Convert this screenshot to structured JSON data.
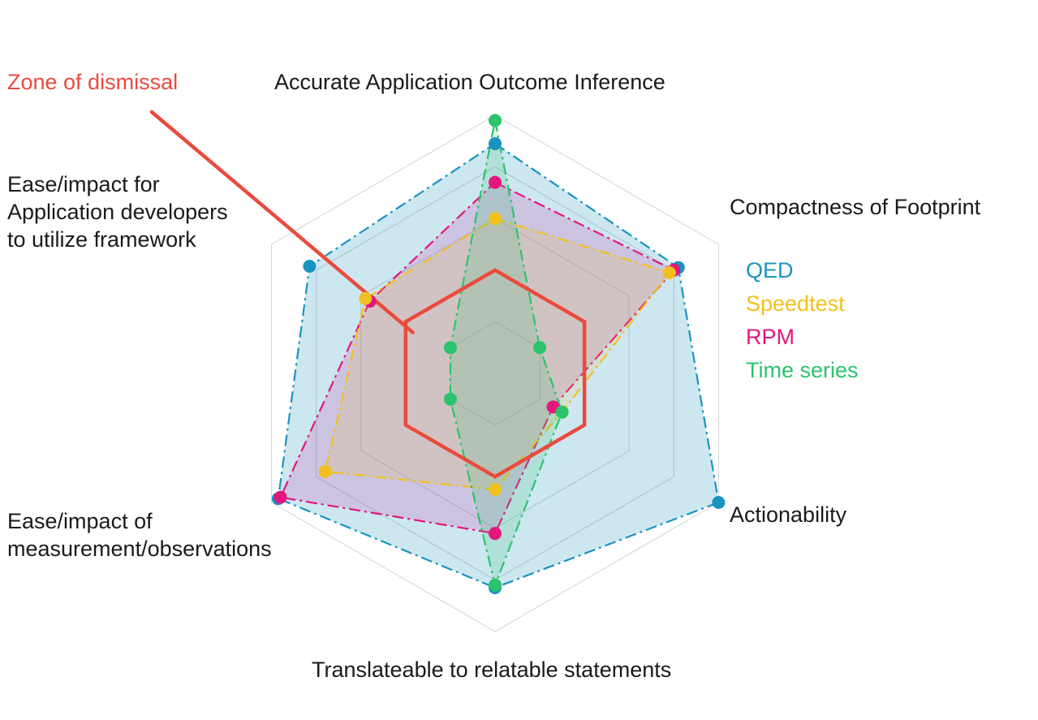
{
  "chart_data": {
    "type": "radar",
    "axes": [
      "Accurate Application Outcome Inference",
      "Compactness of Footprint",
      "Actionability",
      "Translateable to relatable statements",
      "Ease/impact of measurement/observations",
      "Ease/impact for Application developers to utilize framework"
    ],
    "range": [
      0,
      10
    ],
    "grid_levels": 5,
    "grid": true,
    "legend_position": "right",
    "series": [
      {
        "name": "QED",
        "color": "#1a93c1",
        "fill": "rgba(26,147,193,0.22)",
        "values": [
          8.9,
          8.2,
          10.0,
          8.3,
          9.7,
          8.3
        ]
      },
      {
        "name": "Speedtest",
        "color": "#f2c01e",
        "fill": "rgba(242,192,30,0.14)",
        "values": [
          6.0,
          7.8,
          3.0,
          4.5,
          7.6,
          5.8
        ]
      },
      {
        "name": "RPM",
        "color": "#e5167e",
        "fill": "rgba(200,40,150,0.18)",
        "values": [
          7.4,
          8.0,
          2.6,
          6.2,
          9.6,
          5.6
        ]
      },
      {
        "name": "Time series",
        "color": "#2bc46c",
        "fill": "rgba(43,196,108,0.18)",
        "values": [
          9.8,
          2.0,
          3.0,
          8.2,
          2.0,
          2.0
        ]
      }
    ],
    "annotation": {
      "label": "Zone of dismissal",
      "value": 4.0,
      "color": "#ea4b3c"
    }
  }
}
